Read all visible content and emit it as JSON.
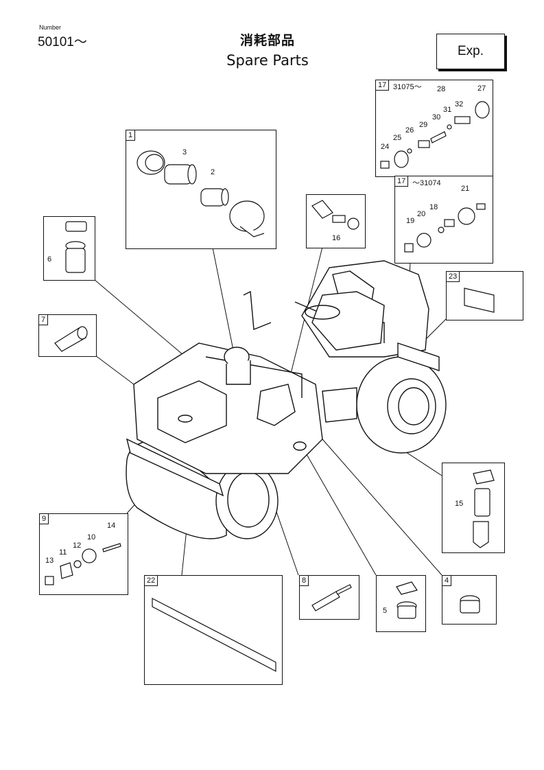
{
  "header": {
    "number_label": "Number",
    "number": "50101～",
    "title_jp": "消耗部品",
    "title_en": "Spare Parts",
    "exp_label": "Exp."
  },
  "boxes": {
    "b1": {
      "tag": "1",
      "parts": [
        "3",
        "2"
      ]
    },
    "b6": {
      "parts": [
        "6"
      ]
    },
    "b7": {
      "tag": "7"
    },
    "b16": {
      "parts": [
        "16"
      ]
    },
    "b17a": {
      "tag": "17",
      "note": "31075～",
      "parts": [
        "28",
        "27",
        "30",
        "31",
        "32",
        "29",
        "26",
        "25",
        "24"
      ]
    },
    "b17b": {
      "tag": "17",
      "note": "～31074",
      "parts": [
        "21",
        "18",
        "20",
        "19"
      ]
    },
    "b23": {
      "tag": "23"
    },
    "b9": {
      "tag": "9",
      "parts": [
        "14",
        "10",
        "12",
        "11",
        "13"
      ]
    },
    "b22": {
      "tag": "22"
    },
    "b8": {
      "tag": "8"
    },
    "b5": {
      "parts": [
        "5"
      ]
    },
    "b4": {
      "tag": "4"
    },
    "b15": {
      "parts": [
        "15"
      ]
    }
  }
}
